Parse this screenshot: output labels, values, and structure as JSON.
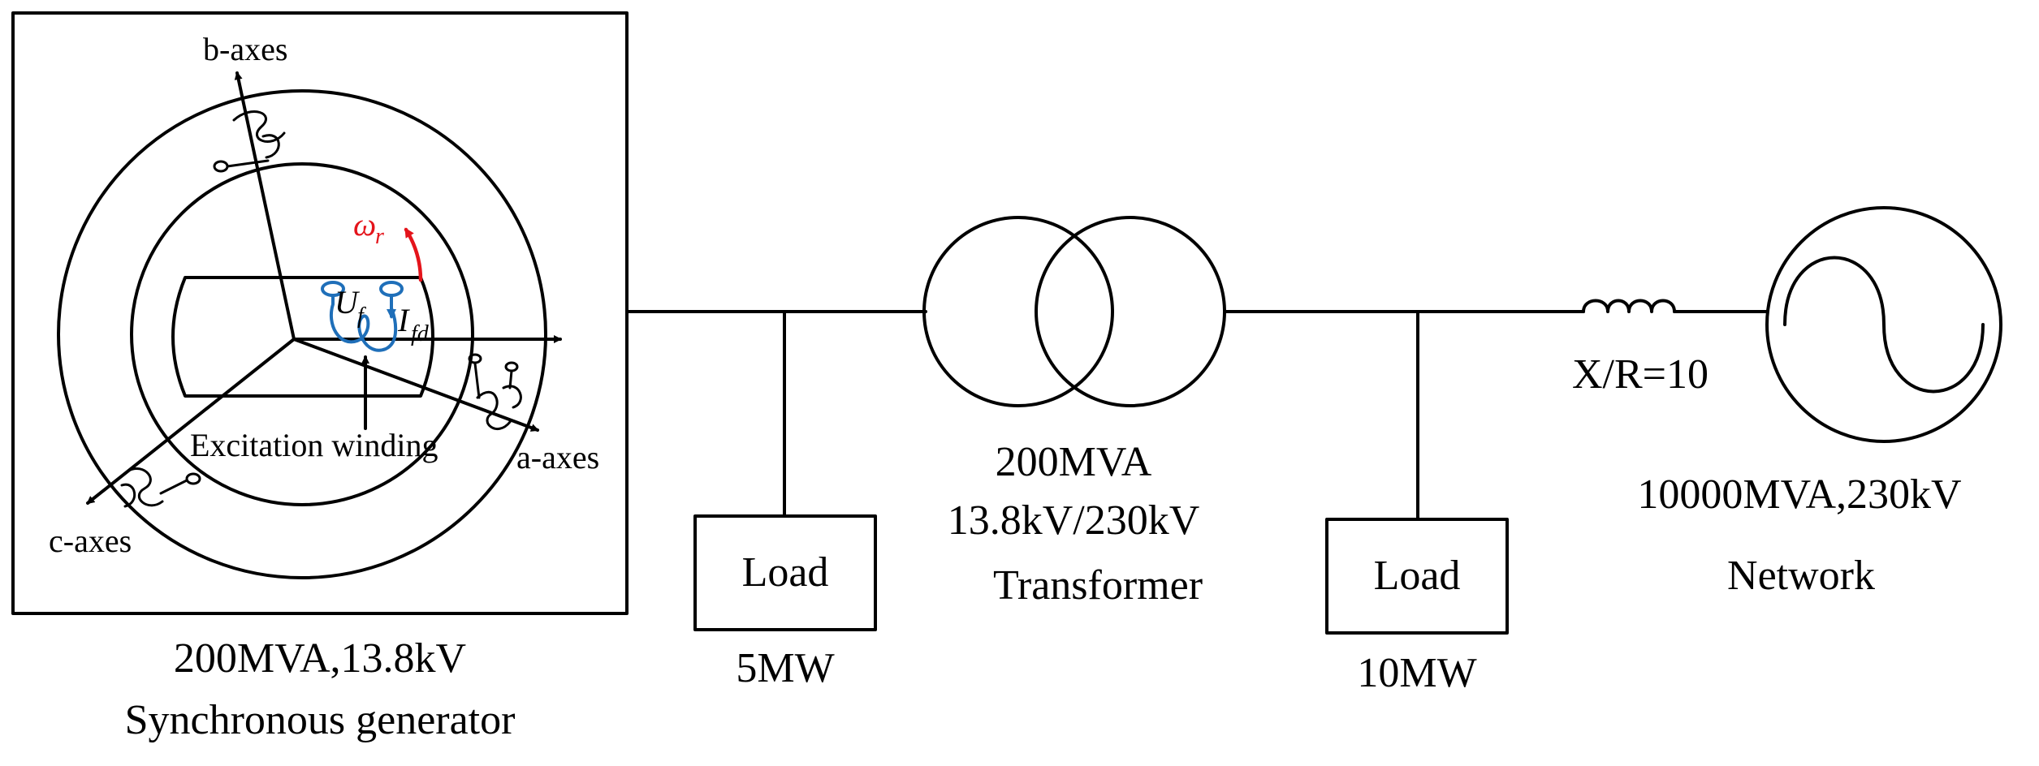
{
  "generator": {
    "axis_b": "b-axes",
    "axis_a": "a-axes",
    "axis_c": "c-axes",
    "omega": "ω",
    "omega_sub": "r",
    "uf": "U",
    "uf_sub": "f",
    "ifd": "I",
    "ifd_sub": "fd",
    "excitation_label": "Excitation winding",
    "rating": "200MVA,13.8kV",
    "name": "Synchronous generator"
  },
  "load1": {
    "label": "Load",
    "power": "5MW"
  },
  "transformer": {
    "rating": "200MVA",
    "voltage": "13.8kV/230kV",
    "name": "Transformer"
  },
  "load2": {
    "label": "Load",
    "power": "10MW"
  },
  "line": {
    "label": "X/R=10"
  },
  "network": {
    "rating": "10000MVA,230kV",
    "name": "Network"
  },
  "colors": {
    "field_winding": "#1f6fb9",
    "rotation_arrow": "#e4141b",
    "line": "#000000"
  }
}
